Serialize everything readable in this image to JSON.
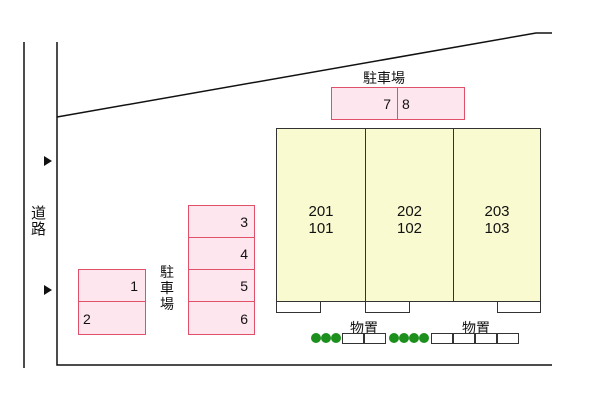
{
  "road": {
    "label_top": "道",
    "label_bottom": "路"
  },
  "parking": {
    "label": "駐車場",
    "top_spaces": [
      "7",
      "8"
    ],
    "middle_spaces": [
      "3",
      "4",
      "5",
      "6"
    ],
    "left_spaces": [
      "1",
      "2"
    ]
  },
  "units": [
    {
      "upper": "201",
      "lower": "101"
    },
    {
      "upper": "202",
      "lower": "102"
    },
    {
      "upper": "203",
      "lower": "103"
    }
  ],
  "storage": {
    "label": "物置"
  },
  "colors": {
    "parking_fill": "#fde6ee",
    "parking_border": "#e0506a",
    "building_fill": "#fafad0",
    "shrub": "#1d8f1d"
  }
}
